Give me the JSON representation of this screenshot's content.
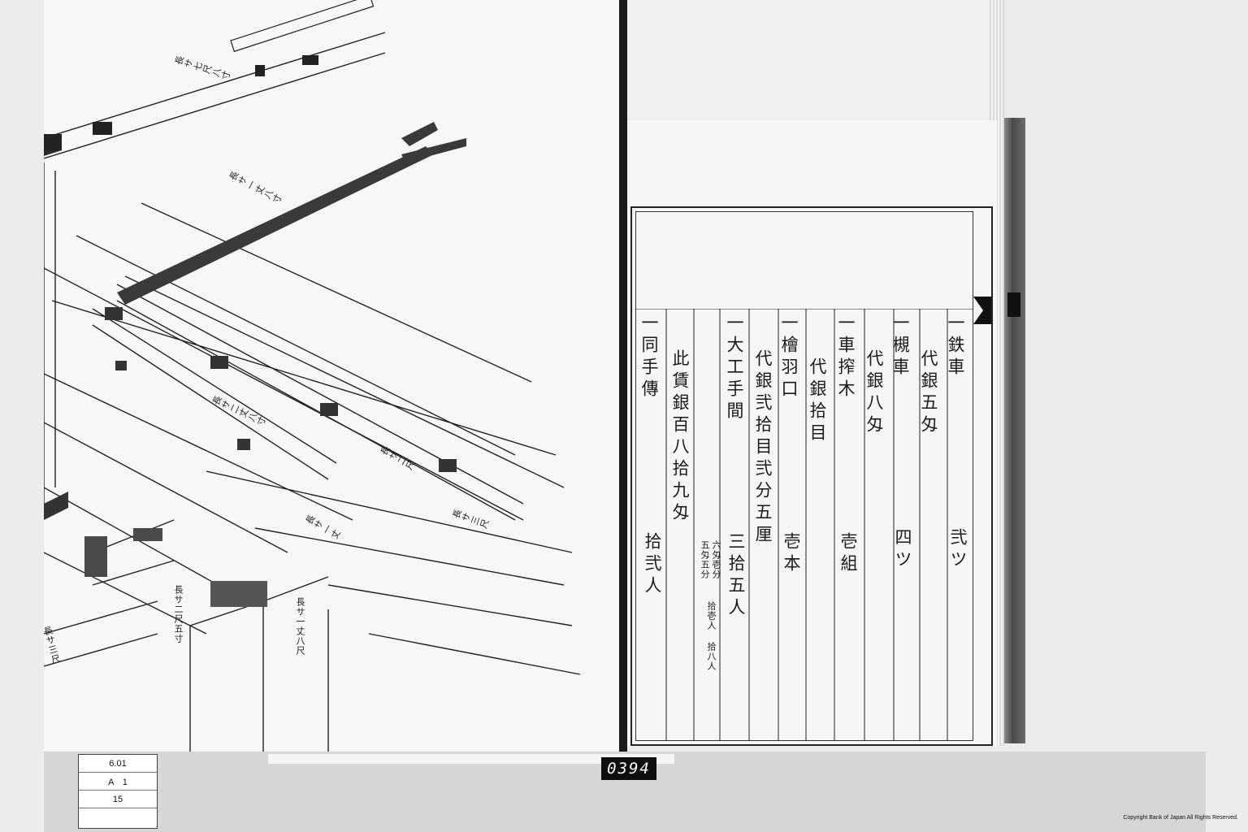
{
  "left_page": {
    "annotations": [
      "長サ七尺八寸",
      "長サ一丈八寸",
      "長サ二丈八寸",
      "長サ二尺",
      "長サ三尺",
      "長サ一丈",
      "長サ二尺五寸",
      "長サ一丈八尺",
      "長サ三尺"
    ]
  },
  "right_page": {
    "columns": [
      {
        "id": "c1",
        "text": "一鉄車",
        "sub": "代銀五匁",
        "count": "弐ツ"
      },
      {
        "id": "c2",
        "text": "一槻車",
        "sub": "代銀八匁",
        "count": "四ツ"
      },
      {
        "id": "c3",
        "text": "一車搾木",
        "sub": "代銀拾目",
        "count": "壱組"
      },
      {
        "id": "c4",
        "text": "一檜羽口",
        "sub": "代銀弐拾目弐分五厘",
        "count": "壱本"
      },
      {
        "id": "c5",
        "text": "一大工手間",
        "count": "三拾五人"
      },
      {
        "id": "c5b",
        "text": "六匁壱分",
        "sub2": "五匁五分",
        "sub3": "拾壱人 拾八人"
      },
      {
        "id": "c6",
        "text": "此賃銀百八拾九匁"
      },
      {
        "id": "c7",
        "text": "一同手傳",
        "count": "拾弐人"
      }
    ]
  },
  "reference_label": {
    "row1": "6.01",
    "row2": "A　1",
    "row3": "15"
  },
  "folio_number": "0394",
  "copyright": "Copyright Bank of Japan All Rights Reserved."
}
